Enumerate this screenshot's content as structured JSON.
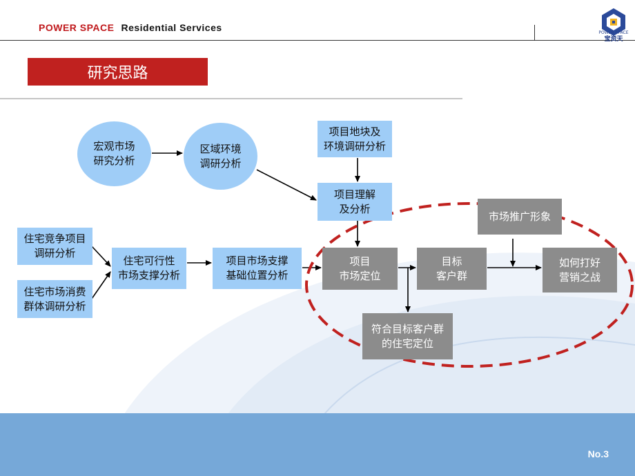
{
  "header": {
    "brand": "POWER SPACE",
    "subtitle": "Residential  Services",
    "logo_text": "POWER SPACE",
    "logo_cn": "宝资天"
  },
  "title": "研究思路",
  "nodes": {
    "macro": "宏观市场\n研究分析",
    "region": "区域环境\n调研分析",
    "plot": "项目地块及\n环境调研分析",
    "understand": "项目理解\n及分析",
    "compete": "住宅竞争项目\n调研分析",
    "consumer": "住宅市场消费\n群体调研分析",
    "feasibility": "住宅可行性\n市场支撑分析",
    "support": "项目市场支撑\n基础位置分析",
    "positioning": "项目\n市场定位",
    "target": "目标\n客户群",
    "promo": "市场推广形象",
    "howto": "如何打好\n营销之战",
    "fit": "符合目标客户群\n的住宅定位"
  },
  "page_number": "No.3",
  "colors": {
    "accent_red": "#c0211f",
    "light_blue": "#9fcdf7",
    "gray_box": "#8c8c8c",
    "footer_blue": "#76a8d8"
  }
}
